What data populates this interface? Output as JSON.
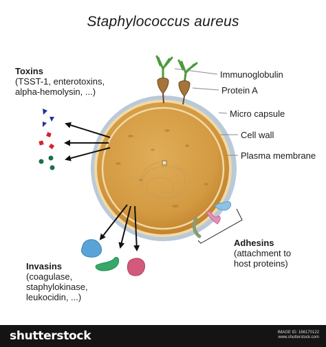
{
  "title": "Staphylococcus aureus",
  "labels": {
    "immunoglobulin": "Immunoglobulin",
    "protein_a": "Protein A",
    "micro_capsule": "Micro capsule",
    "cell_wall": "Cell wall",
    "plasma_membrane": "Plasma membrane"
  },
  "toxins": {
    "heading": "Toxins",
    "line1": "(TSST-1, enterotoxins,",
    "line2": "alpha-hemolysin, ...)"
  },
  "adhesins": {
    "heading": "Adhesins",
    "line1": "(attachment to",
    "line2": "host proteins)"
  },
  "invasins": {
    "heading": "Invasins",
    "line1": "(coagulase,",
    "line2": "staphylokinase,",
    "line3": "leukocidin, ...)"
  },
  "colors": {
    "cytoplasm": "#d79d44",
    "wall": "#f2d9a4",
    "capsule": "#b9c9da",
    "toxin_blue": "#20339a",
    "toxin_red": "#d5252b",
    "toxin_green": "#1f6e46",
    "invasin_blue": "#5aa3d9",
    "invasin_green": "#35a86a",
    "invasin_pink": "#d35a7c"
  },
  "footer": {
    "brand": "shutterstock",
    "image_id": "IMAGE ID: 166170122",
    "site": "www.shutterstock.com"
  }
}
